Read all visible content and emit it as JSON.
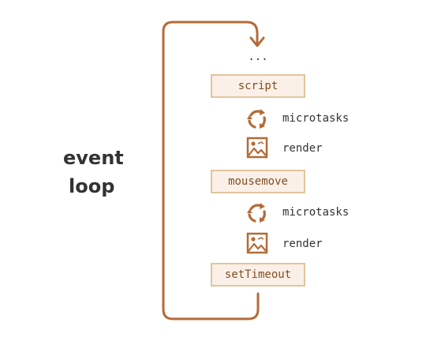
{
  "title": {
    "line1": "event",
    "line2": "loop"
  },
  "ellipsis": "...",
  "tasks": [
    "script",
    "mousemove",
    "setTimeout"
  ],
  "steps": {
    "microtasks": "microtasks",
    "render": "render"
  },
  "colors": {
    "arrow": "#b36b38",
    "box_border": "#e1c59c",
    "box_fill": "#fbf0e8",
    "box_text": "#7f4f23",
    "icon": "#b36b38",
    "text": "#333333"
  },
  "icons": {
    "microtasks": "cycle-arrows-icon",
    "render": "image-icon"
  }
}
